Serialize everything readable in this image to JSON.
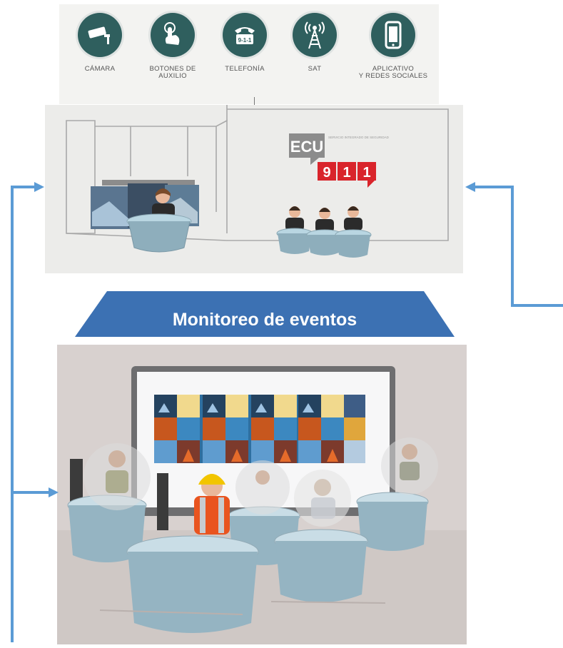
{
  "channels": [
    {
      "icon": "camera-icon",
      "label": "CÁMARA"
    },
    {
      "icon": "panic-button-icon",
      "label": "BOTONES DE\nAUXILIO"
    },
    {
      "icon": "phone-911-icon",
      "label": "TELEFONÍA",
      "icon_text": "9-1-1"
    },
    {
      "icon": "antenna-icon",
      "label": "SAT"
    },
    {
      "icon": "smartphone-icon",
      "label": "APLICATIVO\nY REDES SOCIALES"
    }
  ],
  "logo": {
    "top": "ECU",
    "digits": [
      "9",
      "1",
      "1"
    ],
    "tagline": "SERVICIO\nINTEGRADO\nDE SEGURIDAD"
  },
  "banner": {
    "title": "Monitoreo de eventos"
  },
  "colors": {
    "teal": "#2f5f5e",
    "arrow": "#5b9bd5",
    "banner": "#3c71b3",
    "ecu_gray": "#8c8c8c",
    "ecu_red": "#d9242b"
  }
}
